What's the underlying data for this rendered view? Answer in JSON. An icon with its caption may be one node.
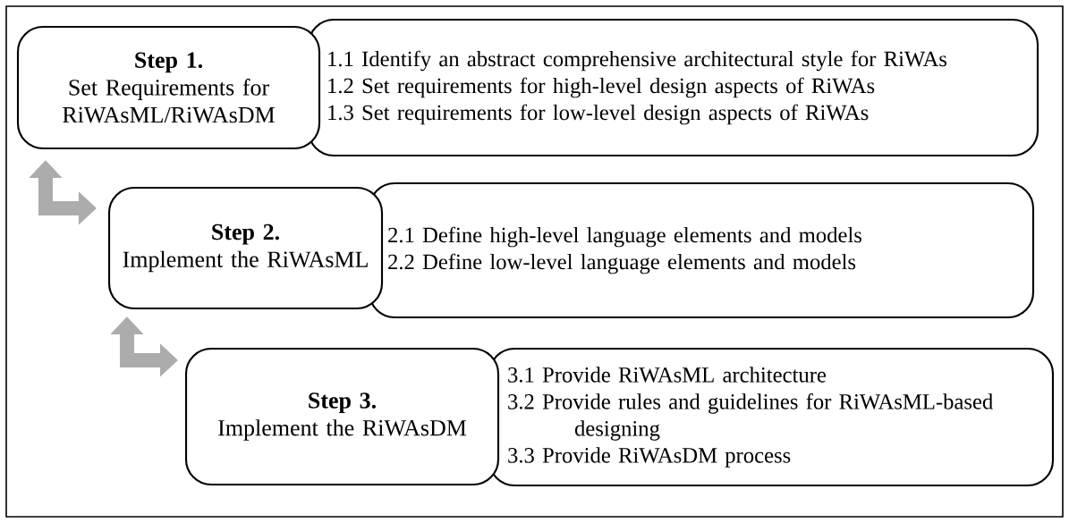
{
  "diagram": {
    "nodes": [
      {
        "text": [
          "Step 1.",
          "Set Requirements for RiWAsML/RiWAsDM"
        ]
      },
      {
        "text": [
          "1.1 Identify an abstract comprehensive architectural style for RiWAs",
          "1.2 Set requirements for high-level design aspects of RiWAs",
          "1.3 Set requirements for low-level design aspects of RiWAs"
        ]
      },
      {
        "text": [
          "Step 2.",
          "Implement the RiWAsML"
        ]
      },
      {
        "text": [
          "2.1 Define high-level language elements and models",
          "2.2 Define low-level language elements and models"
        ]
      },
      {
        "text": [
          "Step 3.",
          "Implement the RiWAsDM"
        ]
      },
      {
        "text": [
          "3.1 Provide RiWAsML architecture",
          "3.2 Provide rules and guidelines for RiWAsML-based designing",
          "3.3 Provide RiWAsDM process"
        ]
      }
    ],
    "edges": [
      {
        "from": 0,
        "to": 2,
        "arrow": "both"
      },
      {
        "from": 2,
        "to": 4,
        "arrow": "both"
      }
    ]
  }
}
